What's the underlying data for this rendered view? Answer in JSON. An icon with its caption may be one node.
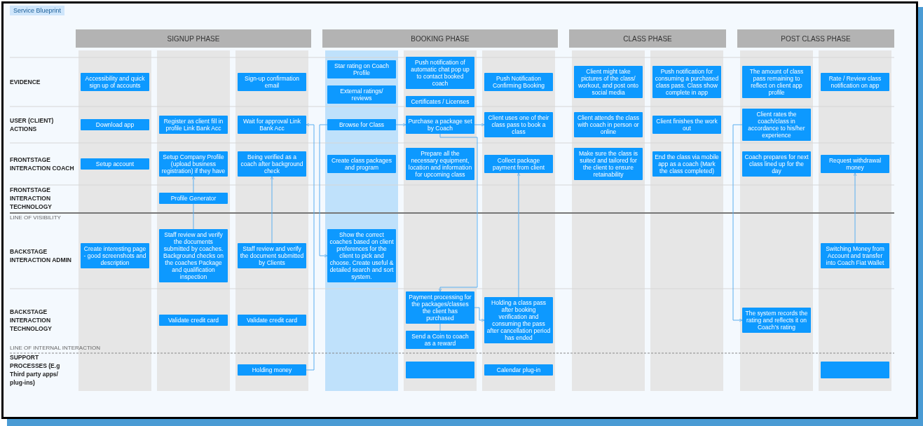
{
  "diagram": {
    "title": "Service Blueprint",
    "nodes": [
      {
        "text": [
          "SIGNUP PHASE"
        ]
      },
      {
        "text": [
          "BOOKING PHASE"
        ]
      },
      {
        "text": [
          "CLASS PHASE"
        ]
      },
      {
        "text": [
          "POST CLASS PHASE"
        ]
      },
      {
        "text": [
          "Accessibility and quick sign up of accounts"
        ]
      },
      {
        "text": [
          "Sign-up confirmation email"
        ]
      },
      {
        "text": [
          "Star rating on Coach Profile"
        ]
      },
      {
        "text": [
          "External ratings/ reviews"
        ]
      },
      {
        "text": [
          "Push notification of automatic chat pop up to contact booked coach"
        ]
      },
      {
        "text": [
          "Certificates / Licenses"
        ]
      },
      {
        "text": [
          "Push Notification Confirming Booking"
        ]
      },
      {
        "text": [
          "Client might take pictures of the class/ workout, and post onto social media"
        ]
      },
      {
        "text": [
          "Push notification for consuming a purchased class pass. Class show complete in app"
        ]
      },
      {
        "text": [
          "The amount of class pass remaining to reflect on client app profile"
        ]
      },
      {
        "text": [
          "Rate / Review class notification on app"
        ]
      },
      {
        "text": [
          "Download app"
        ]
      },
      {
        "text": [
          "Register as client fill in profile Link Bank Acc"
        ]
      },
      {
        "text": [
          "Wait for approval Link Bank Acc"
        ]
      },
      {
        "text": [
          "Browse for Class"
        ]
      },
      {
        "text": [
          "Purchase a package set by Coach"
        ]
      },
      {
        "text": [
          "Client uses one of their class pass to book a class"
        ]
      },
      {
        "text": [
          "Client attends the class with coach in person or online"
        ]
      },
      {
        "text": [
          "Client finishes the work out"
        ]
      },
      {
        "text": [
          "Client rates the coach/class in accordance to his/her experience"
        ]
      },
      {
        "text": [
          "Setup account"
        ]
      },
      {
        "text": [
          "Setup Company Profile (upload business registration) if they have"
        ]
      },
      {
        "text": [
          "Being verified as a coach after background check"
        ]
      },
      {
        "text": [
          "Create class packages and program"
        ]
      },
      {
        "text": [
          "Prepare all the necessary equipment, location and information for upcoming class"
        ]
      },
      {
        "text": [
          "Collect package payment from client"
        ]
      },
      {
        "text": [
          "Make sure the class is suited and tailored for the client to ensure retainability"
        ]
      },
      {
        "text": [
          "End the class via mobile app as a coach (Mark the class completed)"
        ]
      },
      {
        "text": [
          "Coach prepares for next class lined up for the day"
        ]
      },
      {
        "text": [
          "Request withdrawal money"
        ]
      },
      {
        "text": [
          "Profile Generator"
        ]
      },
      {
        "text": [
          "Create interesting page - good screenshots and description"
        ]
      },
      {
        "text": [
          "Staff review and verify the documents submitted by coaches. Background checks on the coaches Package and qualification inspection"
        ]
      },
      {
        "text": [
          "Staff review and verify the document submitted by Clients"
        ]
      },
      {
        "text": [
          "Show the correct coaches based on client preferences for the client to pick and choose. Create useful & detailed search and sort system."
        ]
      },
      {
        "text": [
          "Switching Money from Account and transfer into Coach Fiat Wallet"
        ]
      },
      {
        "text": [
          "Validate credit card"
        ]
      },
      {
        "text": [
          "Validate credit card"
        ]
      },
      {
        "text": [
          "Payment processing for the packages/classes the client has purchased"
        ]
      },
      {
        "text": [
          "Send a Coin to coach as a reward"
        ]
      },
      {
        "text": [
          "Holding a class pass after booking verification and consuming the pass after cancellation period has ended"
        ]
      },
      {
        "text": [
          "The system records the rating and reflects it on Coach's rating"
        ]
      },
      {
        "text": [
          "Holding money"
        ]
      },
      {
        "text": [],
        "shape": "box"
      },
      {
        "text": [
          "Calendar plug-in"
        ]
      },
      {
        "text": [],
        "shape": "box"
      }
    ],
    "edges": [
      {
        "from": 36,
        "to": 34,
        "arrow": "none"
      },
      {
        "from": 34,
        "to": 25,
        "arrow": "to"
      },
      {
        "from": 37,
        "to": 26,
        "arrow": "to"
      },
      {
        "from": 46,
        "to": 17,
        "arrow": "to"
      },
      {
        "from": 18,
        "to": 19,
        "arrow": "to"
      },
      {
        "from": 18,
        "to": 38,
        "arrow": "to"
      },
      {
        "from": 19,
        "to": 20,
        "arrow": "to"
      },
      {
        "from": 19,
        "to": 42,
        "arrow": "to"
      },
      {
        "from": 42,
        "to": 43,
        "arrow": "none"
      },
      {
        "from": 42,
        "to": 44,
        "arrow": "to"
      },
      {
        "from": 44,
        "to": 29,
        "arrow": "to"
      },
      {
        "from": 23,
        "to": 45,
        "arrow": "to"
      },
      {
        "from": 39,
        "to": 33,
        "arrow": "to"
      }
    ],
    "labels": [
      "EVIDENCE",
      "USER (CLIENT) ACTIONS",
      "FRONTSTAGE INTERACTION COACH",
      "FRONTSTAGE INTERACTION TECHNOLOGY",
      "LINE OF VISIBILITY",
      "BACKSTAGE INTERACTION ADMIN",
      "BACKSTAGE INTERACTION TECHNOLOGY",
      "LINE OF INTERNAL INTERACTION",
      "SUPPORT PROCESSES (E.g Third party apps/ plug-ins)"
    ]
  }
}
